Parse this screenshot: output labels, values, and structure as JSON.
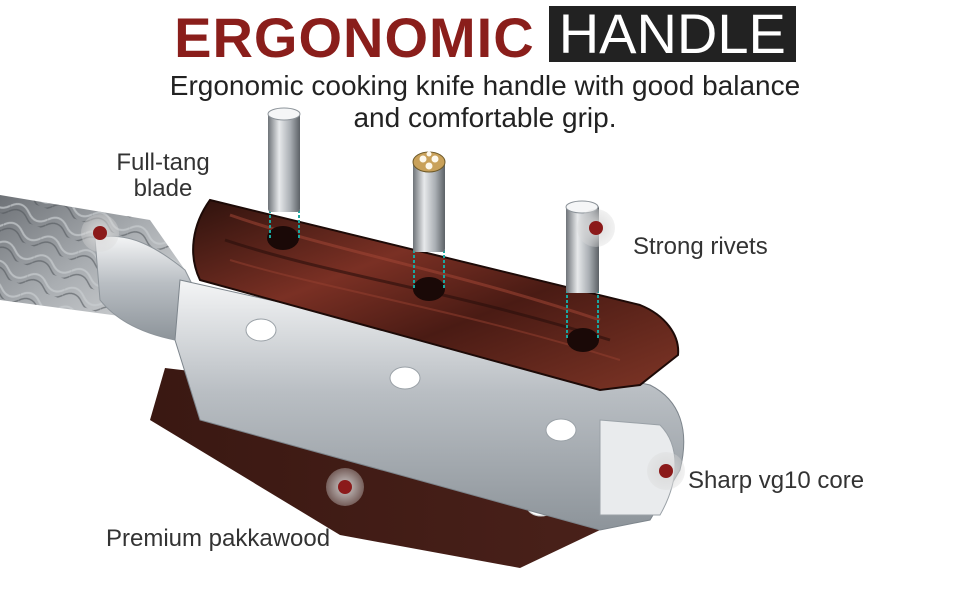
{
  "header": {
    "title_red": "ERGONOMIC",
    "title_boxed": "HANDLE",
    "subtitle_line1": "Ergonomic cooking knife handle with good balance",
    "subtitle_line2": "and comfortable grip."
  },
  "callouts": {
    "full_tang_line1": "Full-tang",
    "full_tang_line2": "blade",
    "strong_rivets": "Strong rivets",
    "sharp_core": "Sharp vg10 core",
    "premium_wood": "Premium pakkawood"
  },
  "colors": {
    "title_red": "#8a1e1b",
    "title_box": "#222222",
    "dot_red": "#8b1a1a",
    "wood_dark": "#3b1a14",
    "wood_mid": "#6a2a1e",
    "steel": "#c8ccd0"
  }
}
